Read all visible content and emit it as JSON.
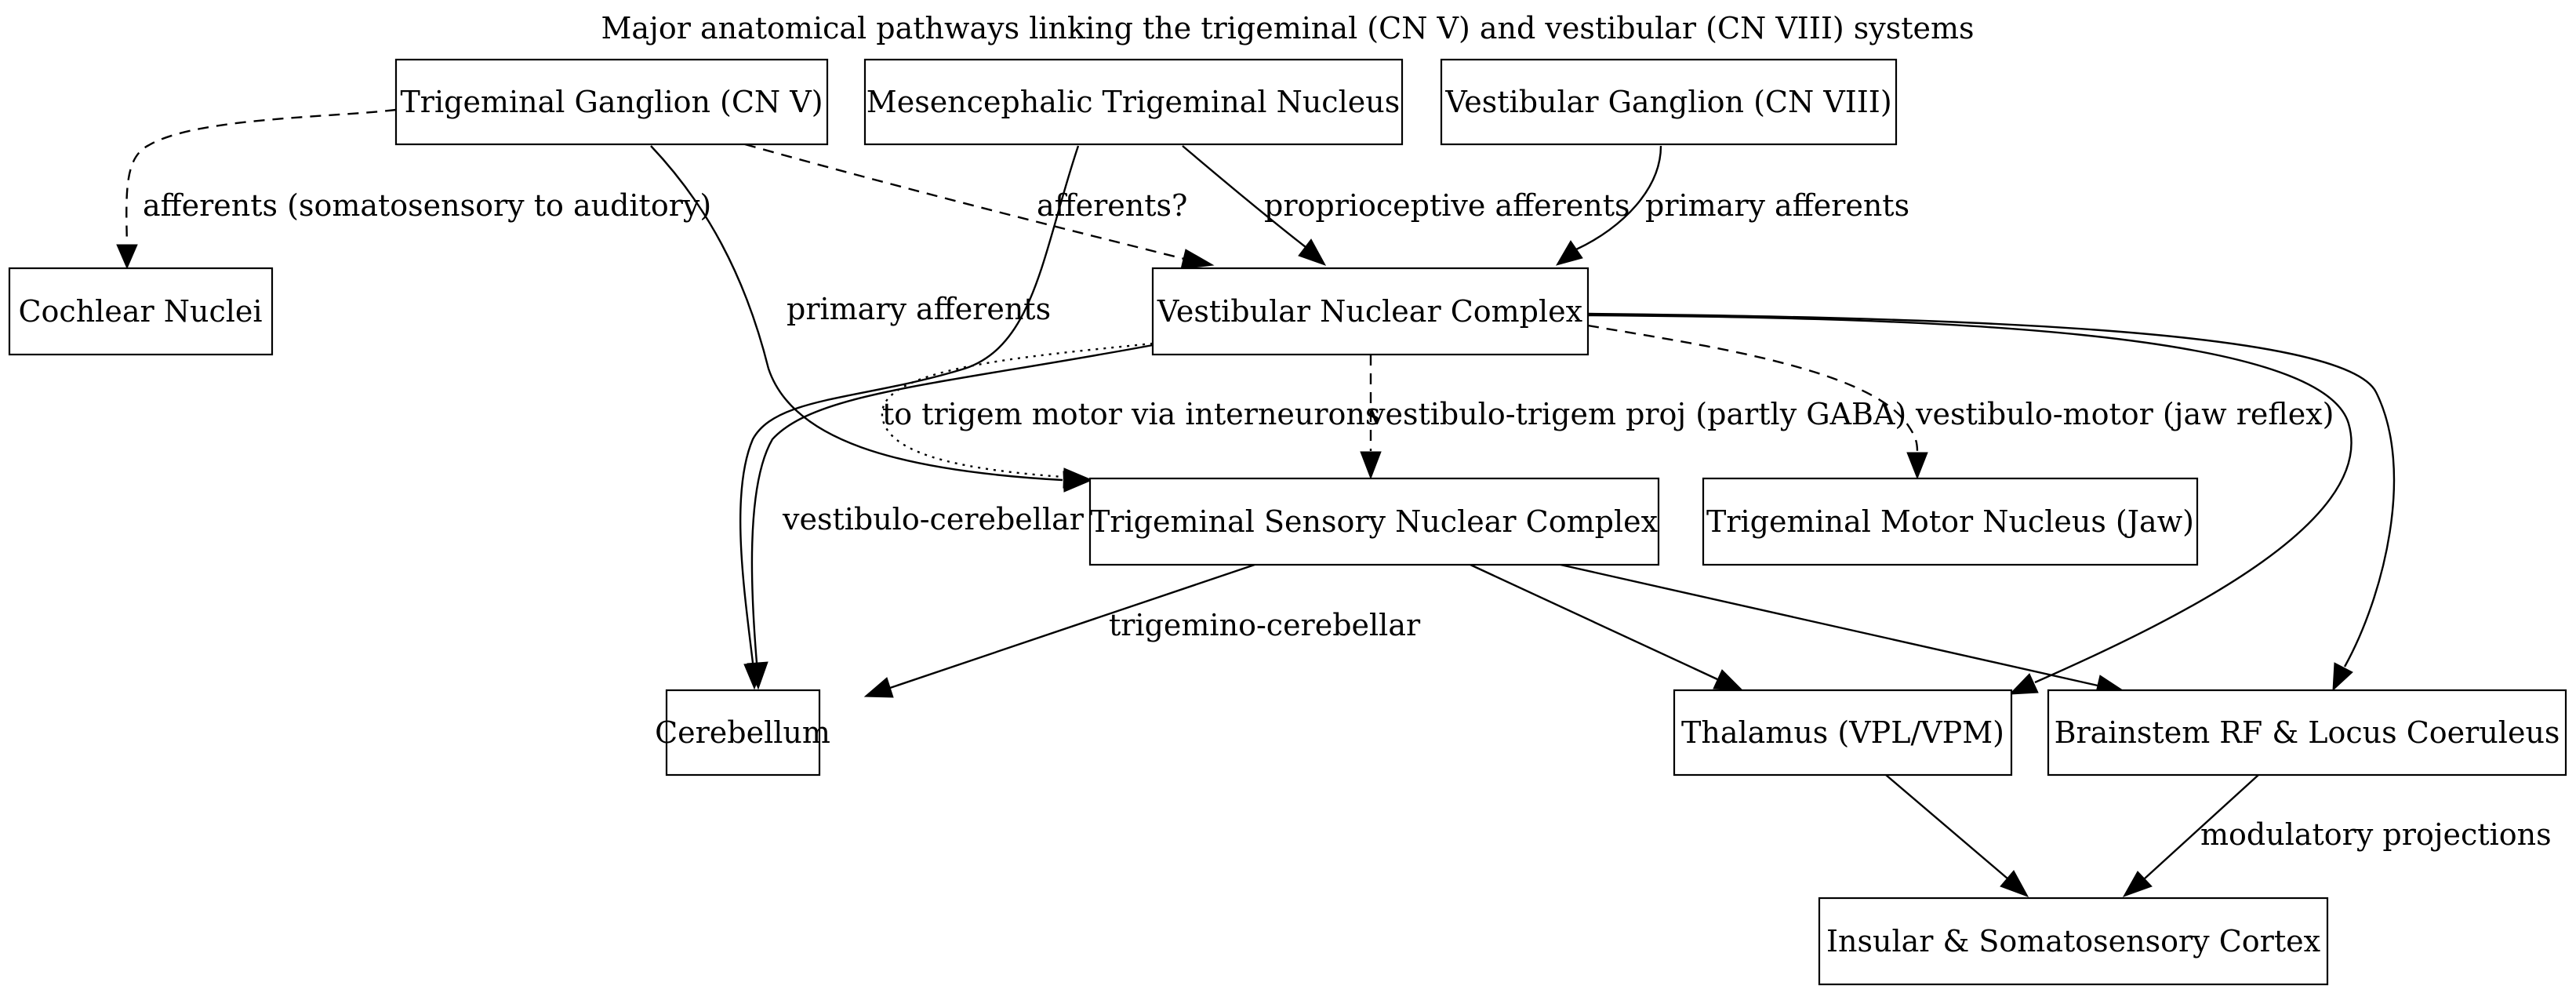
{
  "title": "Major anatomical pathways linking the trigeminal (CN V) and vestibular (CN VIII) systems",
  "nodes": {
    "trigeminal_ganglion": "Trigeminal Ganglion (CN V)",
    "mesencephalic_nucleus": "Mesencephalic Trigeminal Nucleus",
    "vestibular_ganglion": "Vestibular Ganglion (CN VIII)",
    "cochlear_nuclei": "Cochlear Nuclei",
    "vestibular_nuclear_complex": "Vestibular Nuclear Complex",
    "trigeminal_sensory_complex": "Trigeminal Sensory Nuclear Complex",
    "trigeminal_motor_nucleus": "Trigeminal Motor Nucleus (Jaw)",
    "cerebellum": "Cerebellum",
    "thalamus": "Thalamus (VPL/VPM)",
    "brainstem_rf_lc": "Brainstem RF & Locus Coeruleus",
    "insular_cortex": "Insular & Somatosensory Cortex"
  },
  "edges": [
    {
      "from": "trigeminal_ganglion",
      "to": "cochlear_nuclei",
      "style": "dashed",
      "label": "afferents (somatosensory to auditory)"
    },
    {
      "from": "trigeminal_ganglion",
      "to": "trigeminal_sensory_complex",
      "style": "solid",
      "label": "primary afferents"
    },
    {
      "from": "trigeminal_ganglion",
      "to": "vestibular_nuclear_complex",
      "style": "dashed",
      "label": "afferents?"
    },
    {
      "from": "mesencephalic_nucleus",
      "to": "vestibular_nuclear_complex",
      "style": "solid",
      "label": "proprioceptive afferents"
    },
    {
      "from": "mesencephalic_nucleus",
      "to": "cerebellum",
      "style": "solid",
      "label": ""
    },
    {
      "from": "vestibular_ganglion",
      "to": "vestibular_nuclear_complex",
      "style": "solid",
      "label": "primary afferents"
    },
    {
      "from": "vestibular_nuclear_complex",
      "to": "trigeminal_sensory_complex",
      "style": "dotted",
      "label": "to trigem motor via interneurons"
    },
    {
      "from": "vestibular_nuclear_complex",
      "to": "trigeminal_sensory_complex",
      "style": "dashed",
      "label": "vestibulo-trigem proj (partly GABA)"
    },
    {
      "from": "vestibular_nuclear_complex",
      "to": "trigeminal_motor_nucleus",
      "style": "dashed",
      "label": "vestibulo-motor (jaw reflex)"
    },
    {
      "from": "vestibular_nuclear_complex",
      "to": "cerebellum",
      "style": "solid",
      "label": "vestibulo-cerebellar"
    },
    {
      "from": "vestibular_nuclear_complex",
      "to": "thalamus",
      "style": "solid",
      "label": ""
    },
    {
      "from": "vestibular_nuclear_complex",
      "to": "brainstem_rf_lc",
      "style": "solid",
      "label": ""
    },
    {
      "from": "trigeminal_sensory_complex",
      "to": "cerebellum",
      "style": "solid",
      "label": "trigemino-cerebellar"
    },
    {
      "from": "trigeminal_sensory_complex",
      "to": "thalamus",
      "style": "solid",
      "label": ""
    },
    {
      "from": "trigeminal_sensory_complex",
      "to": "brainstem_rf_lc",
      "style": "solid",
      "label": ""
    },
    {
      "from": "thalamus",
      "to": "insular_cortex",
      "style": "solid",
      "label": ""
    },
    {
      "from": "brainstem_rf_lc",
      "to": "insular_cortex",
      "style": "solid",
      "label": "modulatory projections"
    }
  ]
}
